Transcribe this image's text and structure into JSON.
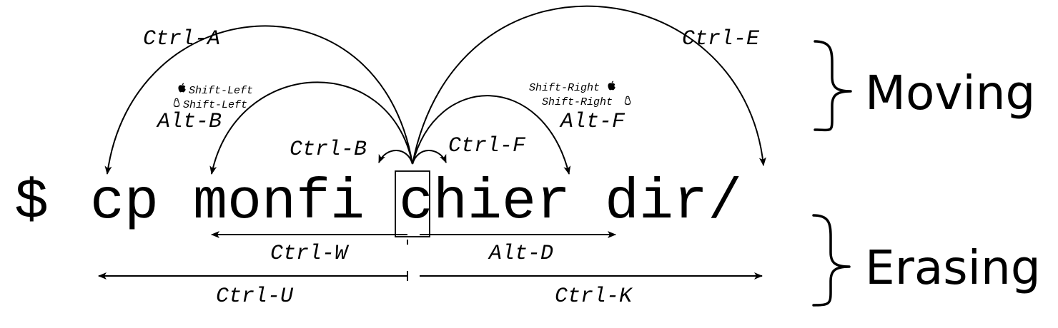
{
  "command": {
    "prompt": "$",
    "before_cursor": "cp monfi",
    "cursor_char": "c",
    "after_cursor": "hier dir/"
  },
  "moving": {
    "category": "Moving",
    "ctrl_a": "Ctrl-A",
    "ctrl_e": "Ctrl-E",
    "alt_b": "Alt-B",
    "alt_f": "Alt-F",
    "ctrl_b": "Ctrl-B",
    "ctrl_f": "Ctrl-F",
    "mac_shift_left": "Shift-Left",
    "linux_shift_left": "Shift-Left",
    "mac_shift_right": "Shift-Right",
    "linux_shift_right": "Shift-Right"
  },
  "erasing": {
    "category": "Erasing",
    "ctrl_w": "Ctrl-W",
    "alt_d": "Alt-D",
    "ctrl_u": "Ctrl-U",
    "ctrl_k": "Ctrl-K"
  },
  "icons": {
    "mac": "apple-icon",
    "linux": "tux-icon"
  }
}
